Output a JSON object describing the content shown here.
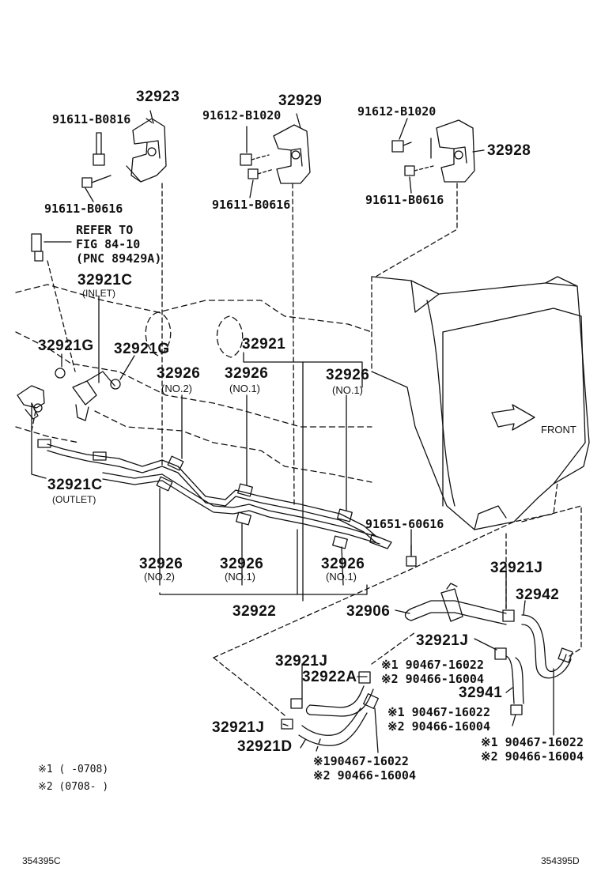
{
  "parts": {
    "p32923": "32923",
    "p91611_b0816": "91611-B0816",
    "p91611_b0616_a": "91611-B0616",
    "p32929": "32929",
    "p91612_b1020_a": "91612-B1020",
    "p91611_b0616_b": "91611-B0616",
    "p91612_b1020_b": "91612-B1020",
    "p32928": "32928",
    "p91611_b0616_c": "91611-B0616",
    "p32921c_inlet": "32921C",
    "p32921g_a": "32921G",
    "p32921g_b": "32921G",
    "p32921": "32921",
    "p32926_no2_top": "32926",
    "p32926_no1_top_a": "32926",
    "p32926_no1_top_b": "32926",
    "p32921c_outlet": "32921C",
    "p91651_60616": "91651-60616",
    "p32921j_a": "32921J",
    "p32942": "32942",
    "p32926_no2_bot": "32926",
    "p32926_no1_bot_a": "32926",
    "p32926_no1_bot_b": "32926",
    "p32922": "32922",
    "p32906": "32906",
    "p32921j_b": "32921J",
    "p32921j_c": "32921J",
    "p32922a": "32922A",
    "p32941": "32941",
    "p32921j_d": "32921J",
    "p32921d": "32921D"
  },
  "sublabels": {
    "inlet": "(INLET)",
    "outlet": "(OUTLET)",
    "no2_top": "(NO.2)",
    "no1_top_a": "(NO.1)",
    "no1_top_b": "(NO.1)",
    "no2_bot": "(NO.2)",
    "no1_bot_a": "(NO.1)",
    "no1_bot_b": "(NO.1)",
    "front": "FRONT"
  },
  "refer": {
    "line1": "REFER TO",
    "line2": "FIG 84-10",
    "line3": "(PNC 89429A)"
  },
  "clamps": {
    "c1_line1": "※1 90467-16022",
    "c1_line2": "※2 90466-16004",
    "c2_line1": "※1 90467-16022",
    "c2_line2": "※2 90466-16004",
    "c3_line1": "※1 90467-16022",
    "c3_line2": "※2 90466-16004",
    "c4_line1": "※190467-16022",
    "c4_line2": "※2 90466-16004"
  },
  "legend": {
    "row1": "※1  (     -0708)",
    "row2": "※2  (0708-     )"
  },
  "footer": {
    "left": "354395C",
    "right": "354395D"
  },
  "colors": {
    "ink": "#111111",
    "paper": "#ffffff"
  }
}
